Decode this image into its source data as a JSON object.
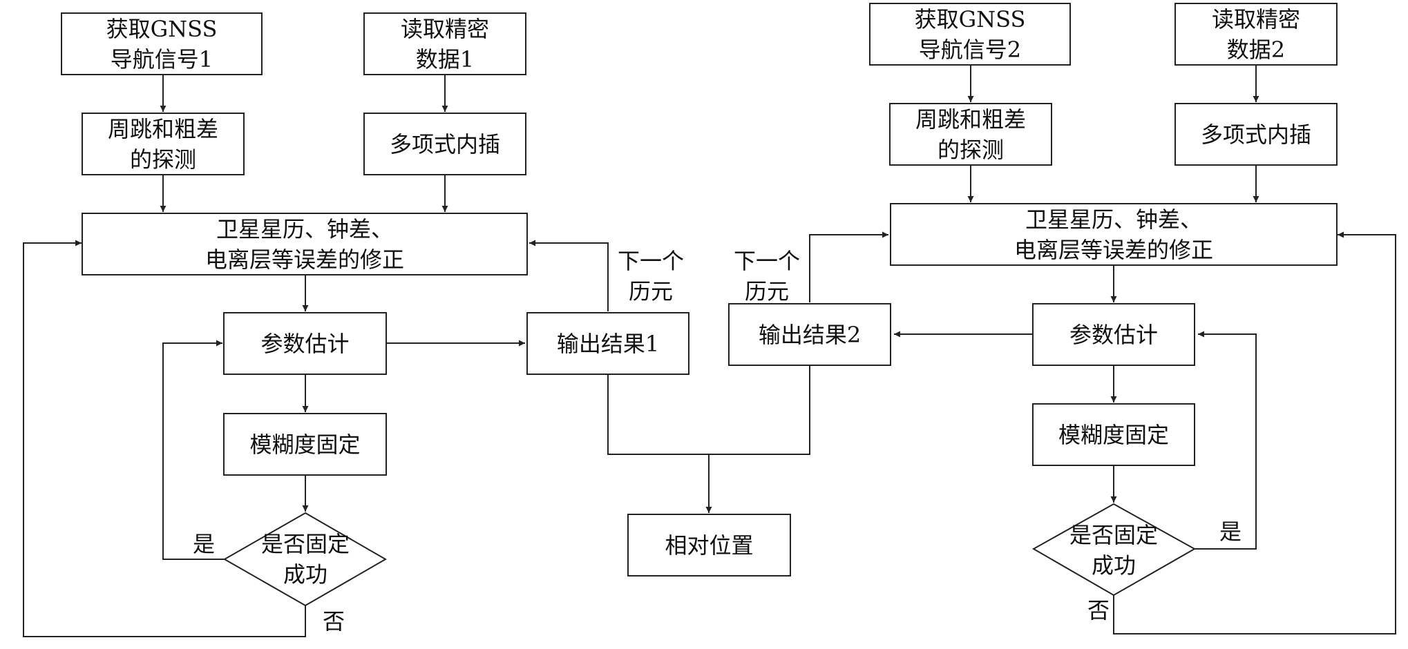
{
  "left": {
    "get_signal": "获取GNSS\n导航信号1",
    "read_precise": "读取精密\n数据1",
    "cycle_slip": "周跳和粗差\n的探测",
    "poly_interp": "多项式内插",
    "correction": "卫星星历、钟差、\n电离层等误差的修正",
    "param_est": "参数估计",
    "ambiguity": "模糊度固定",
    "decision": "是否固定\n成功",
    "yes": "是",
    "no": "否",
    "output": "输出结果1",
    "next_epoch": "下一个\n历元"
  },
  "right": {
    "get_signal": "获取GNSS\n导航信号2",
    "read_precise": "读取精密\n数据2",
    "cycle_slip": "周跳和粗差\n的探测",
    "poly_interp": "多项式内插",
    "correction": "卫星星历、钟差、\n电离层等误差的修正",
    "param_est": "参数估计",
    "ambiguity": "模糊度固定",
    "decision": "是否固定\n成功",
    "yes": "是",
    "no": "否",
    "output": "输出结果2",
    "next_epoch": "下一个\n历元"
  },
  "center": {
    "relative_position": "相对位置"
  }
}
